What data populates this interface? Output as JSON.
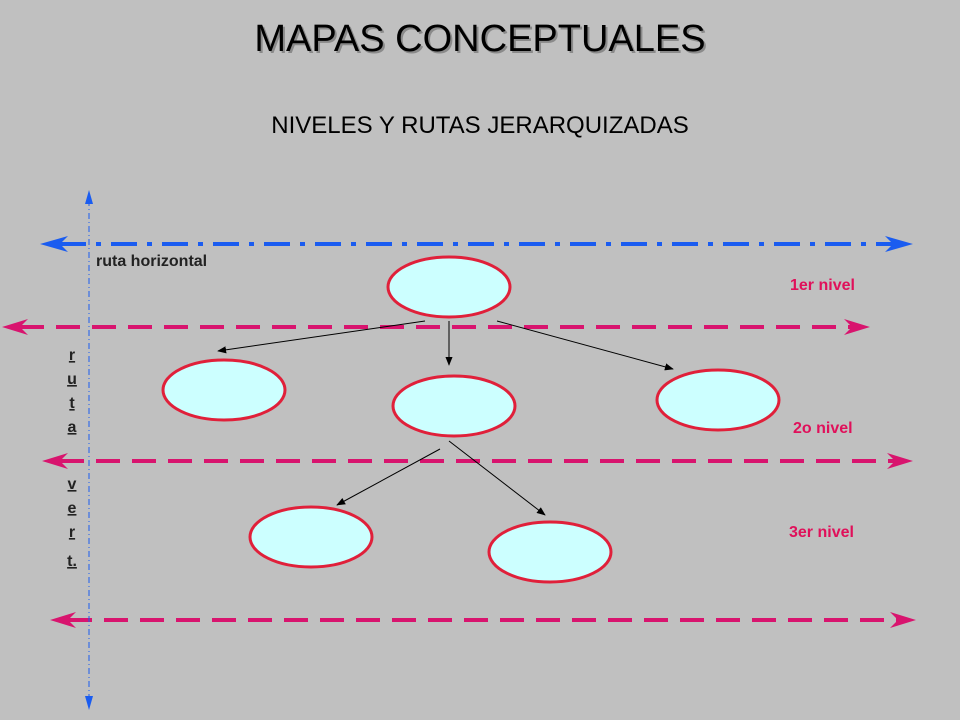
{
  "title": "MAPAS CONCEPTUALES",
  "subtitle": "NIVELES Y RUTAS JERARQUIZADAS",
  "labels": {
    "ruta_horizontal": "ruta horizontal",
    "ruta_vertical": [
      "r",
      "u",
      "t",
      "a",
      "",
      "v",
      "e",
      "r",
      "t."
    ],
    "level_1": "1er nivel",
    "level_2": "2o nivel",
    "level_3": "3er nivel"
  },
  "colors": {
    "background": "#c0c0c0",
    "node_fill": "#ccffff",
    "node_stroke": "#e0203a",
    "horizontal_route": "#1a5cf0",
    "level_divider": "#d8146e",
    "vertical_route": "#1a5cf0",
    "connector": "#000000"
  },
  "nodes": [
    {
      "id": "level-1-node",
      "level": 1
    },
    {
      "id": "level-2-left-node",
      "level": 2
    },
    {
      "id": "level-2-center-node",
      "level": 2
    },
    {
      "id": "level-2-right-node",
      "level": 2
    },
    {
      "id": "level-3-left-node",
      "level": 3
    },
    {
      "id": "level-3-right-node",
      "level": 3
    }
  ]
}
